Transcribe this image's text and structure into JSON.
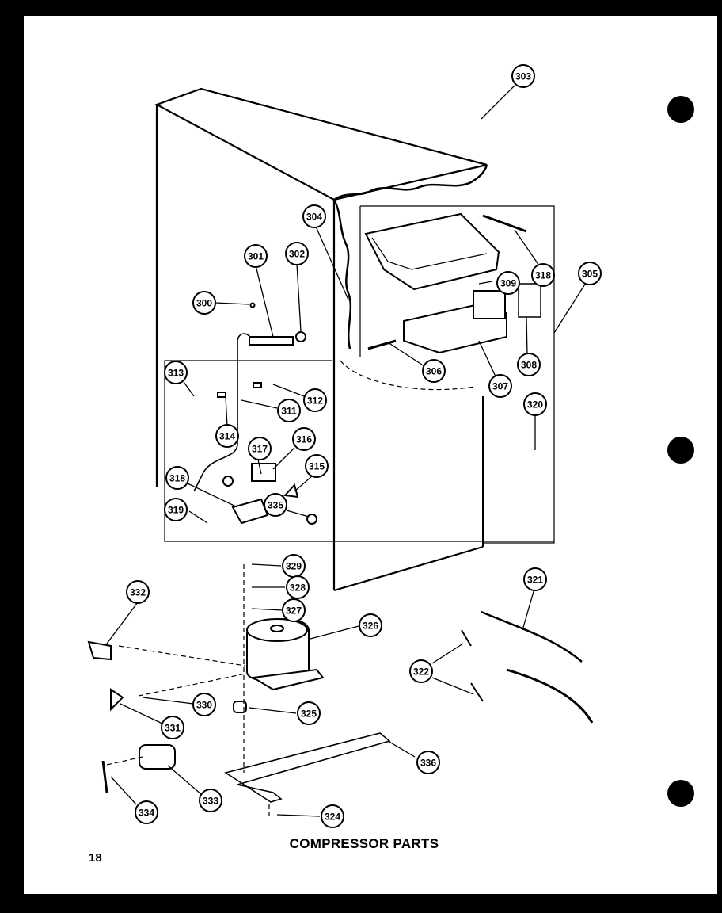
{
  "diagram": {
    "title": "COMPRESSOR PARTS",
    "page_number": "18",
    "callouts": [
      {
        "id": "c303",
        "label": "303"
      },
      {
        "id": "c304",
        "label": "304"
      },
      {
        "id": "c301",
        "label": "301"
      },
      {
        "id": "c302",
        "label": "302"
      },
      {
        "id": "c300",
        "label": "300"
      },
      {
        "id": "c305",
        "label": "305"
      },
      {
        "id": "c318a",
        "label": "318"
      },
      {
        "id": "c309",
        "label": "309"
      },
      {
        "id": "c308",
        "label": "308"
      },
      {
        "id": "c306",
        "label": "306"
      },
      {
        "id": "c307",
        "label": "307"
      },
      {
        "id": "c313",
        "label": "313"
      },
      {
        "id": "c312",
        "label": "312"
      },
      {
        "id": "c311",
        "label": "311"
      },
      {
        "id": "c314",
        "label": "314"
      },
      {
        "id": "c316",
        "label": "316"
      },
      {
        "id": "c317",
        "label": "317"
      },
      {
        "id": "c315",
        "label": "315"
      },
      {
        "id": "c318b",
        "label": "318"
      },
      {
        "id": "c319",
        "label": "319"
      },
      {
        "id": "c335",
        "label": "335"
      },
      {
        "id": "c320",
        "label": "320"
      },
      {
        "id": "c329",
        "label": "329"
      },
      {
        "id": "c328",
        "label": "328"
      },
      {
        "id": "c327",
        "label": "327"
      },
      {
        "id": "c326",
        "label": "326"
      },
      {
        "id": "c332",
        "label": "332"
      },
      {
        "id": "c330",
        "label": "330"
      },
      {
        "id": "c331",
        "label": "331"
      },
      {
        "id": "c325",
        "label": "325"
      },
      {
        "id": "c321",
        "label": "321"
      },
      {
        "id": "c322",
        "label": "322"
      },
      {
        "id": "c336",
        "label": "336"
      },
      {
        "id": "c333",
        "label": "333"
      },
      {
        "id": "c334",
        "label": "334"
      },
      {
        "id": "c324",
        "label": "324"
      }
    ]
  }
}
